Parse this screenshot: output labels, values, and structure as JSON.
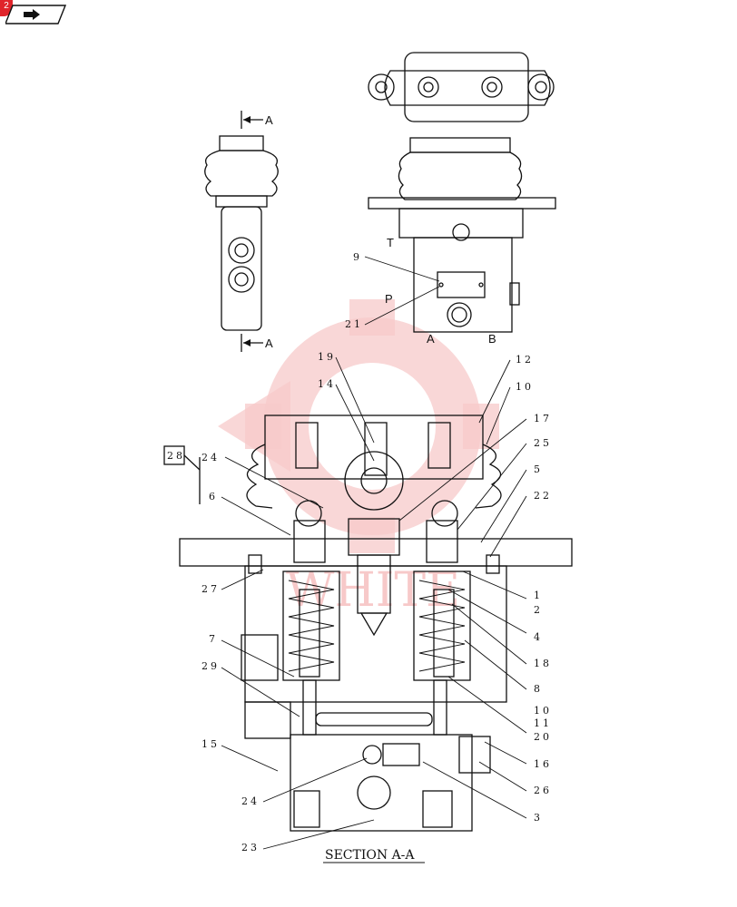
{
  "badge": {
    "text": "2",
    "color": "#e0242a"
  },
  "nav": {
    "icon": "forward-arrow-icon"
  },
  "watermark": {
    "color": "#f7c9c9",
    "icon": "gear-logo-watermark"
  },
  "view_labels": {
    "section_arrow": "A",
    "port_t": "T",
    "port_p": "P",
    "port_a": "A",
    "port_b": "B",
    "section_title": "SECTION  A-A"
  },
  "callouts": {
    "c1": "1",
    "c2": "2",
    "c3": "3",
    "c4": "4",
    "c5": "5",
    "c6": "6",
    "c7": "7",
    "c8": "8",
    "c9": "9",
    "c10a": "10",
    "c10b": "10",
    "c11": "11",
    "c12": "12",
    "c14": "14",
    "c15": "15",
    "c16": "16",
    "c17": "17",
    "c18": "18",
    "c19": "19",
    "c20": "20",
    "c21": "21",
    "c22": "22",
    "c23": "23",
    "c24a": "24",
    "c24b": "24",
    "c25": "25",
    "c26": "26",
    "c27": "27",
    "c28": "28",
    "c29": "29"
  }
}
